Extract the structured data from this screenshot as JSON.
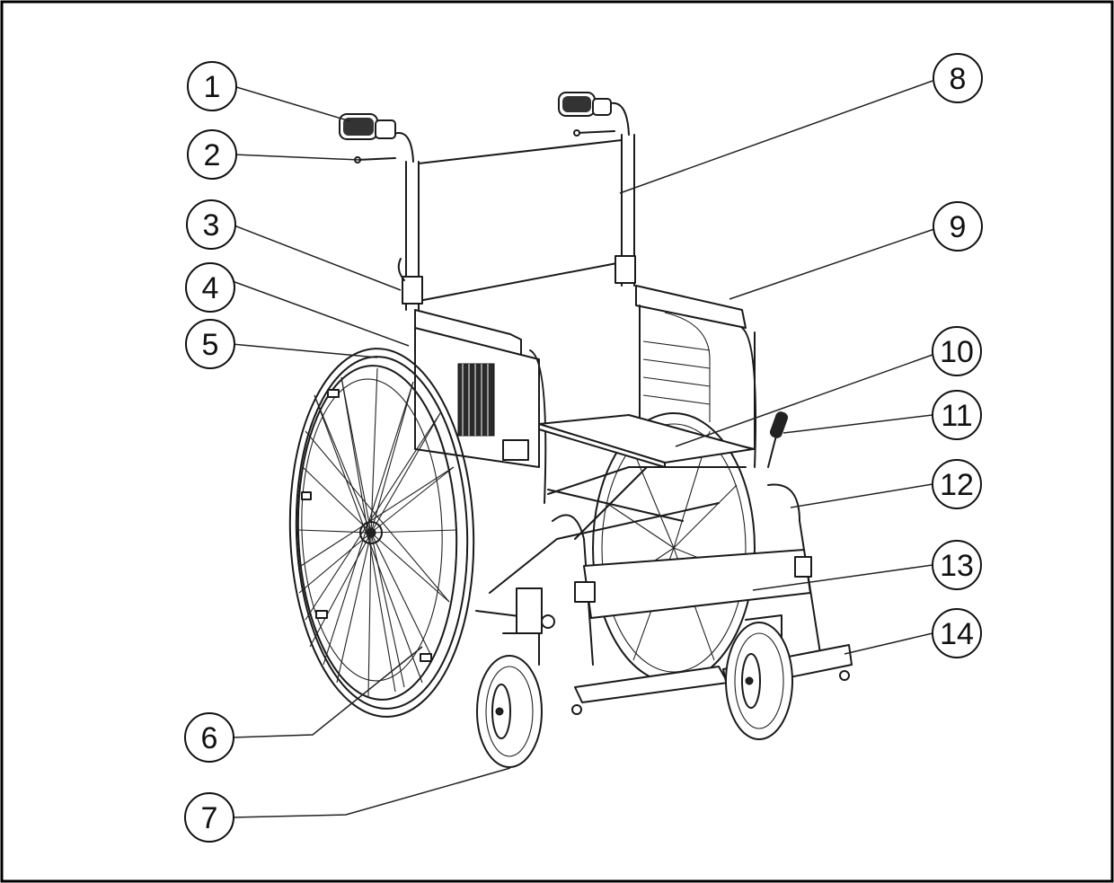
{
  "diagram": {
    "subject": "wheelchair-parts",
    "callouts": [
      {
        "label": "1"
      },
      {
        "label": "2"
      },
      {
        "label": "3"
      },
      {
        "label": "4"
      },
      {
        "label": "5"
      },
      {
        "label": "6"
      },
      {
        "label": "7"
      },
      {
        "label": "8"
      },
      {
        "label": "9"
      },
      {
        "label": "10"
      },
      {
        "label": "11"
      },
      {
        "label": "12"
      },
      {
        "label": "13"
      },
      {
        "label": "14"
      }
    ]
  },
  "colors": {
    "line": "#1a1a1a",
    "background": "#ffffff",
    "border": "#000000"
  }
}
